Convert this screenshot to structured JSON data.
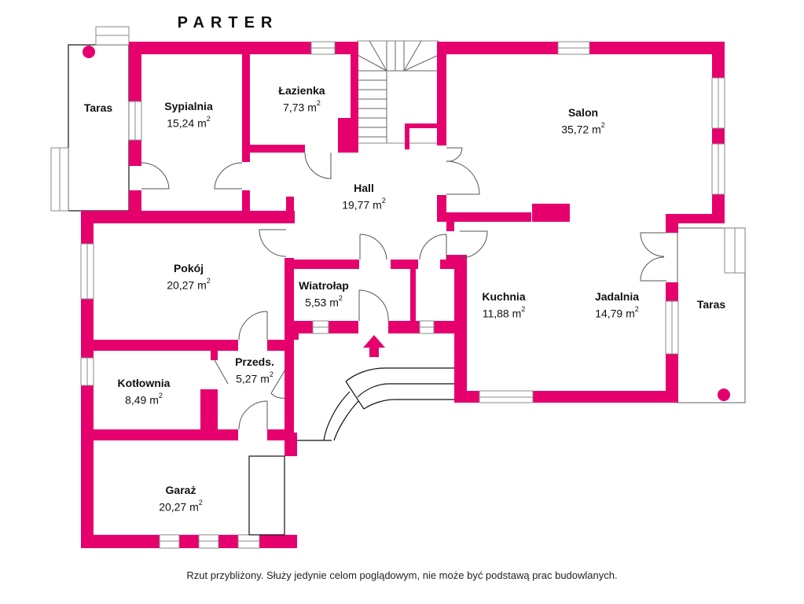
{
  "plan": {
    "title": "PARTER",
    "wall_color": "#E5006D",
    "area_unit": "m",
    "area_exponent": "2",
    "rooms": [
      {
        "id": "taras-left",
        "name": "Taras",
        "area": ""
      },
      {
        "id": "sypialnia",
        "name": "Sypialnia",
        "area": "15,24"
      },
      {
        "id": "lazienka",
        "name": "Łazienka",
        "area": "7,73"
      },
      {
        "id": "salon",
        "name": "Salon",
        "area": "35,72"
      },
      {
        "id": "hall",
        "name": "Hall",
        "area": "19,77"
      },
      {
        "id": "pokoj",
        "name": "Pokój",
        "area": "20,27"
      },
      {
        "id": "wiatrolap",
        "name": "Wiatrołap",
        "area": "5,53"
      },
      {
        "id": "kuchnia",
        "name": "Kuchnia",
        "area": "11,88"
      },
      {
        "id": "jadalnia",
        "name": "Jadalnia",
        "area": "14,79"
      },
      {
        "id": "taras-right",
        "name": "Taras",
        "area": ""
      },
      {
        "id": "kotlownia",
        "name": "Kotłownia",
        "area": "8,49"
      },
      {
        "id": "przedsionek",
        "name": "Przeds.",
        "area": "5,27"
      },
      {
        "id": "garaz",
        "name": "Garaż",
        "area": "20,27"
      }
    ],
    "entrance_icon": "entrance-arrow-icon",
    "footnote": "Rzut przybliżony. Służy jedynie celom poglądowym, nie może być podstawą prac budowlanych."
  }
}
